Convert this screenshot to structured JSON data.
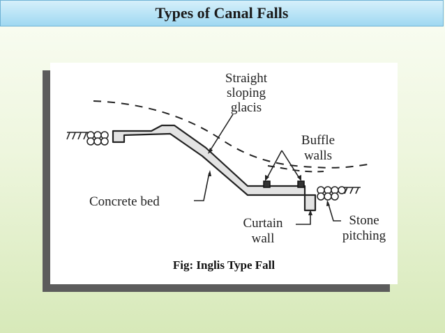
{
  "slide": {
    "title": "Types of Canal Falls"
  },
  "diagram": {
    "labels": {
      "glacis_line1": "Straight",
      "glacis_line2": "sloping",
      "glacis_line3": "glacis",
      "buffle_line1": "Buffle",
      "buffle_line2": "walls",
      "concrete_bed": "Concrete bed",
      "curtain_line1": "Curtain",
      "curtain_line2": "wall",
      "stone_line1": "Stone",
      "stone_line2": "pitching"
    },
    "caption": "Fig: Inglis Type Fall"
  }
}
